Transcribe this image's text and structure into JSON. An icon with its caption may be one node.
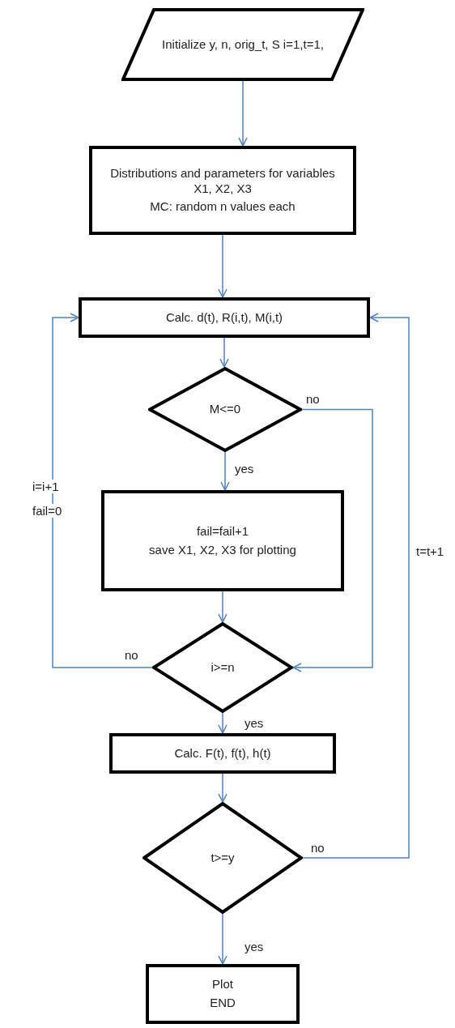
{
  "diagram": {
    "nodes": [
      {
        "text": [
          "Initialize y, n, orig_t, S i=1,t=1,"
        ]
      },
      {
        "text": [
          "Distributions and parameters for variables X1, X2, X3",
          "MC: random n values each"
        ]
      },
      {
        "text": [
          "Calc. d(t), R(i,t), M(i,t)"
        ]
      },
      {
        "text": [
          "M<=0"
        ]
      },
      {
        "text": [
          "fail=fail+1",
          "save X1, X2, X3 for plotting"
        ]
      },
      {
        "text": [
          "i>=n"
        ]
      },
      {
        "text": [
          "Calc. F(t), f(t), h(t)"
        ]
      },
      {
        "text": [
          "t>=y"
        ]
      },
      {
        "text": [
          "Plot",
          "END"
        ]
      }
    ],
    "edges": [
      {
        "from": 0,
        "to": 1,
        "arrow": "to"
      },
      {
        "from": 1,
        "to": 2,
        "arrow": "to"
      },
      {
        "from": 2,
        "to": 3,
        "arrow": "to"
      },
      {
        "from": 3,
        "to": 4,
        "arrow": "to",
        "label": "yes"
      },
      {
        "from": 3,
        "to": 5,
        "arrow": "to",
        "label": "no"
      },
      {
        "from": 4,
        "to": 5,
        "arrow": "to"
      },
      {
        "from": 5,
        "to": 2,
        "arrow": "to",
        "label": "no"
      },
      {
        "from": 5,
        "to": 6,
        "arrow": "to",
        "label": "yes"
      },
      {
        "from": 6,
        "to": 7,
        "arrow": "to"
      },
      {
        "from": 7,
        "to": 2,
        "arrow": "to",
        "label": "no"
      },
      {
        "from": 7,
        "to": 8,
        "arrow": "to",
        "label": "yes"
      }
    ],
    "labels": [
      "i=i+1",
      "fail=0",
      "t=t+1"
    ]
  }
}
